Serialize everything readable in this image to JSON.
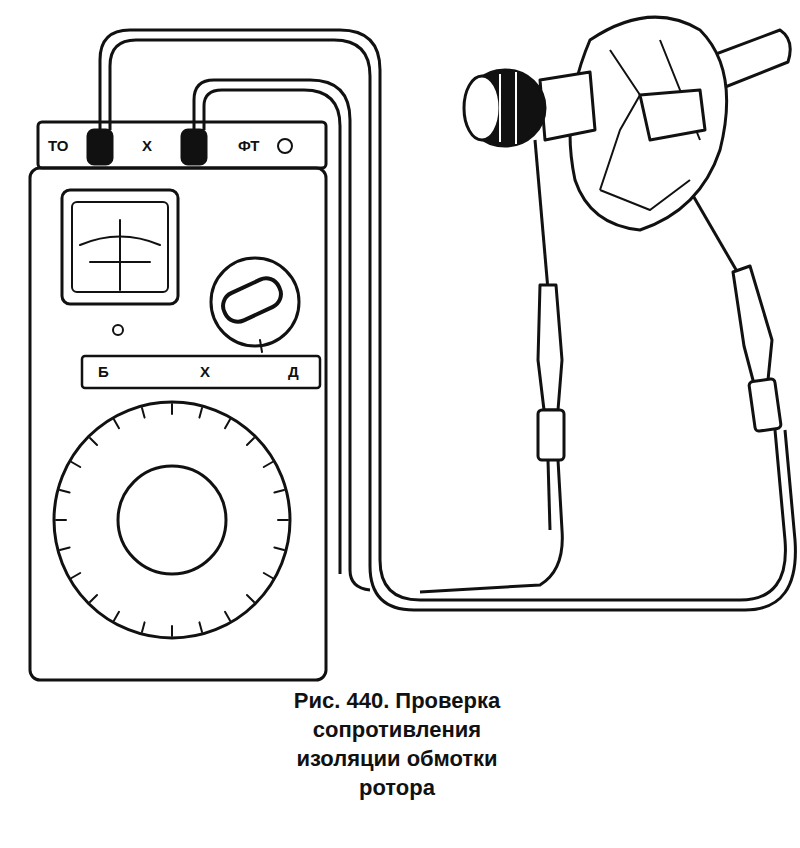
{
  "diagram": {
    "caption": "Рис. 440. Проверка сопротивления изоляции обмотки ротора",
    "labels": [
      "ТО",
      "Х",
      "ФТ",
      "Б",
      "Х",
      "Д"
    ]
  }
}
